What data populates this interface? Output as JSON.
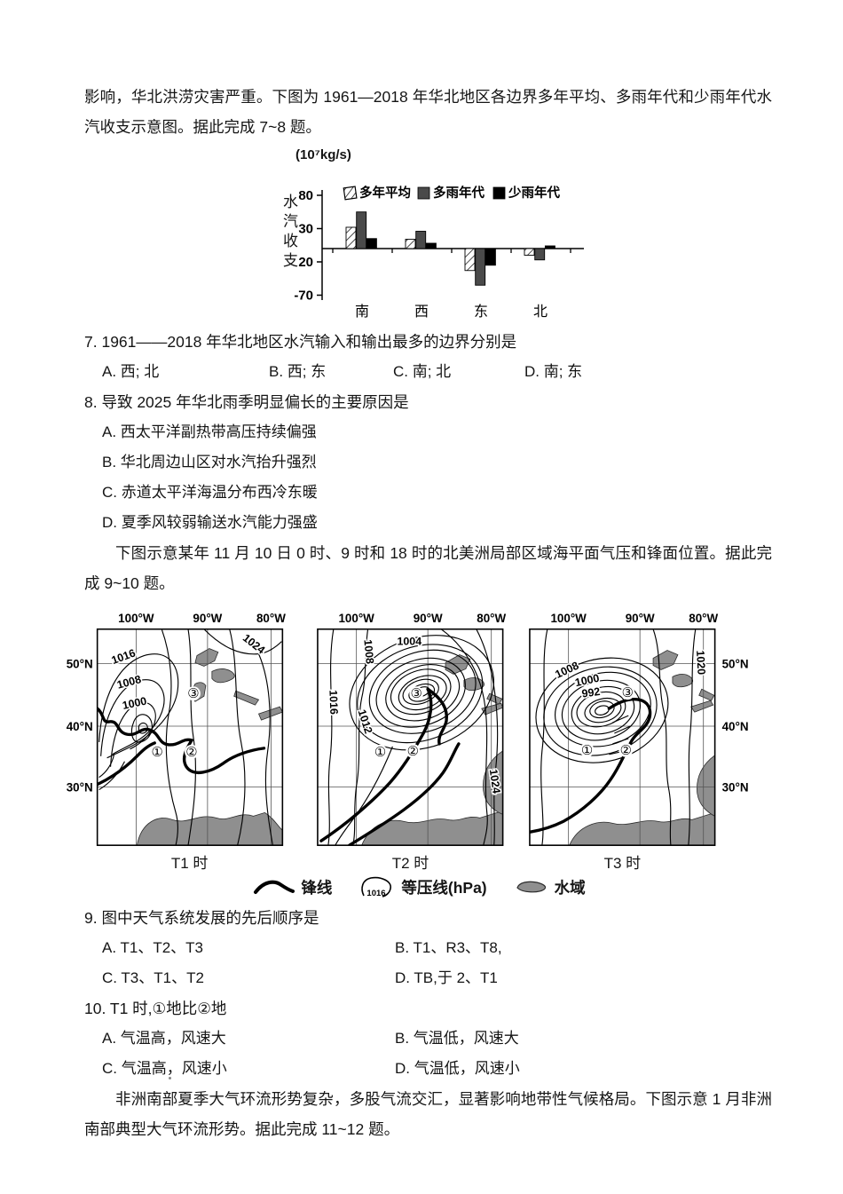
{
  "page": {
    "para_intro1": "影响，华北洪涝灾害严重。下图为 1961—2018 年华北地区各边界多年平均、多雨年代和少雨年代水汽收支示意图。据此完成 7~8 题。",
    "para_intro2": "下图示意某年 11 月 10 日 0 时、9 时和 18 时的北美洲局部区域海平面气压和锋面位置。据此完成 9~10 题。",
    "para_intro3": "非洲南部夏季大气环流形势复杂，多股气流交汇，显著影响地带性气候格局。下图示意 1 月非洲南部典型大气环流形势。据此完成 11~12 题。"
  },
  "chart_data": {
    "type": "bar",
    "title": "",
    "unit_label": "(10⁷kg/s)",
    "y_axis_label": "水汽收支",
    "categories": [
      "南",
      "西",
      "东",
      "北"
    ],
    "series": [
      {
        "name": "多年平均",
        "style": "hatched",
        "color": "#ffffff",
        "values": [
          32,
          14,
          -33,
          -10
        ]
      },
      {
        "name": "多雨年代",
        "style": "solid",
        "color": "#4a4a4a",
        "values": [
          55,
          26,
          -55,
          -17
        ]
      },
      {
        "name": "少雨年代",
        "style": "solid",
        "color": "#000000",
        "values": [
          15,
          8,
          -25,
          4
        ]
      }
    ],
    "ytick_labels": [
      "80",
      "30",
      "20",
      "-70"
    ],
    "ytick_values": [
      80,
      30,
      -20,
      -70
    ],
    "ylim": [
      -70,
      80
    ],
    "grid": false,
    "legend_position": "top"
  },
  "questions": {
    "q7": {
      "stem": "7. 1961——2018 年华北地区水汽输入和输出最多的边界分别是",
      "options": [
        "A. 西; 北",
        "B. 西; 东",
        "C. 南; 北",
        "D. 南; 东"
      ]
    },
    "q8": {
      "stem": "8. 导致 2025 年华北雨季明显偏长的主要原因是",
      "options": [
        "A. 西太平洋副热带高压持续偏强",
        "B. 华北周边山区对水汽抬升强烈",
        "C. 赤道太平洋海温分布西冷东暖",
        "D. 夏季风较弱输送水汽能力强盛"
      ]
    },
    "q9": {
      "stem": "9. 图中天气系统发展的先后顺序是",
      "options": [
        "A.  T1、T2、T3",
        "B.  T1、R3、T8,",
        "C.  T3、T1、T2",
        "D.  TB,于 2、T1"
      ]
    },
    "q10": {
      "stem": "10.  T1 时,①地比②地",
      "options": [
        "A. 气温高，风速大",
        "B. 气温低，风速大",
        "C. 气温高，风速小",
        "D. 气温低，风速小"
      ]
    }
  },
  "weather_maps": {
    "lon_labels": [
      "100°W",
      "90°W",
      "80°W"
    ],
    "lat_labels": [
      "50°N",
      "40°N",
      "30°N"
    ],
    "panels": [
      {
        "caption": "T1 时",
        "isobar_labels": [
          "1016",
          "1008",
          "1000",
          "1024"
        ],
        "markers": [
          "①",
          "②",
          "③"
        ]
      },
      {
        "caption": "T2 时",
        "isobar_labels": [
          "1004",
          "1008",
          "1016",
          "1012",
          "1024"
        ],
        "markers": [
          "①",
          "②",
          "③"
        ]
      },
      {
        "caption": "T3 时",
        "isobar_labels": [
          "1008",
          "1000",
          "992",
          "1020"
        ],
        "markers": [
          "①",
          "②",
          "③"
        ]
      }
    ],
    "legend": {
      "front": "锋线",
      "isobar": "等压线(hPa)",
      "isobar_sample": "1016",
      "water": "水域"
    }
  }
}
